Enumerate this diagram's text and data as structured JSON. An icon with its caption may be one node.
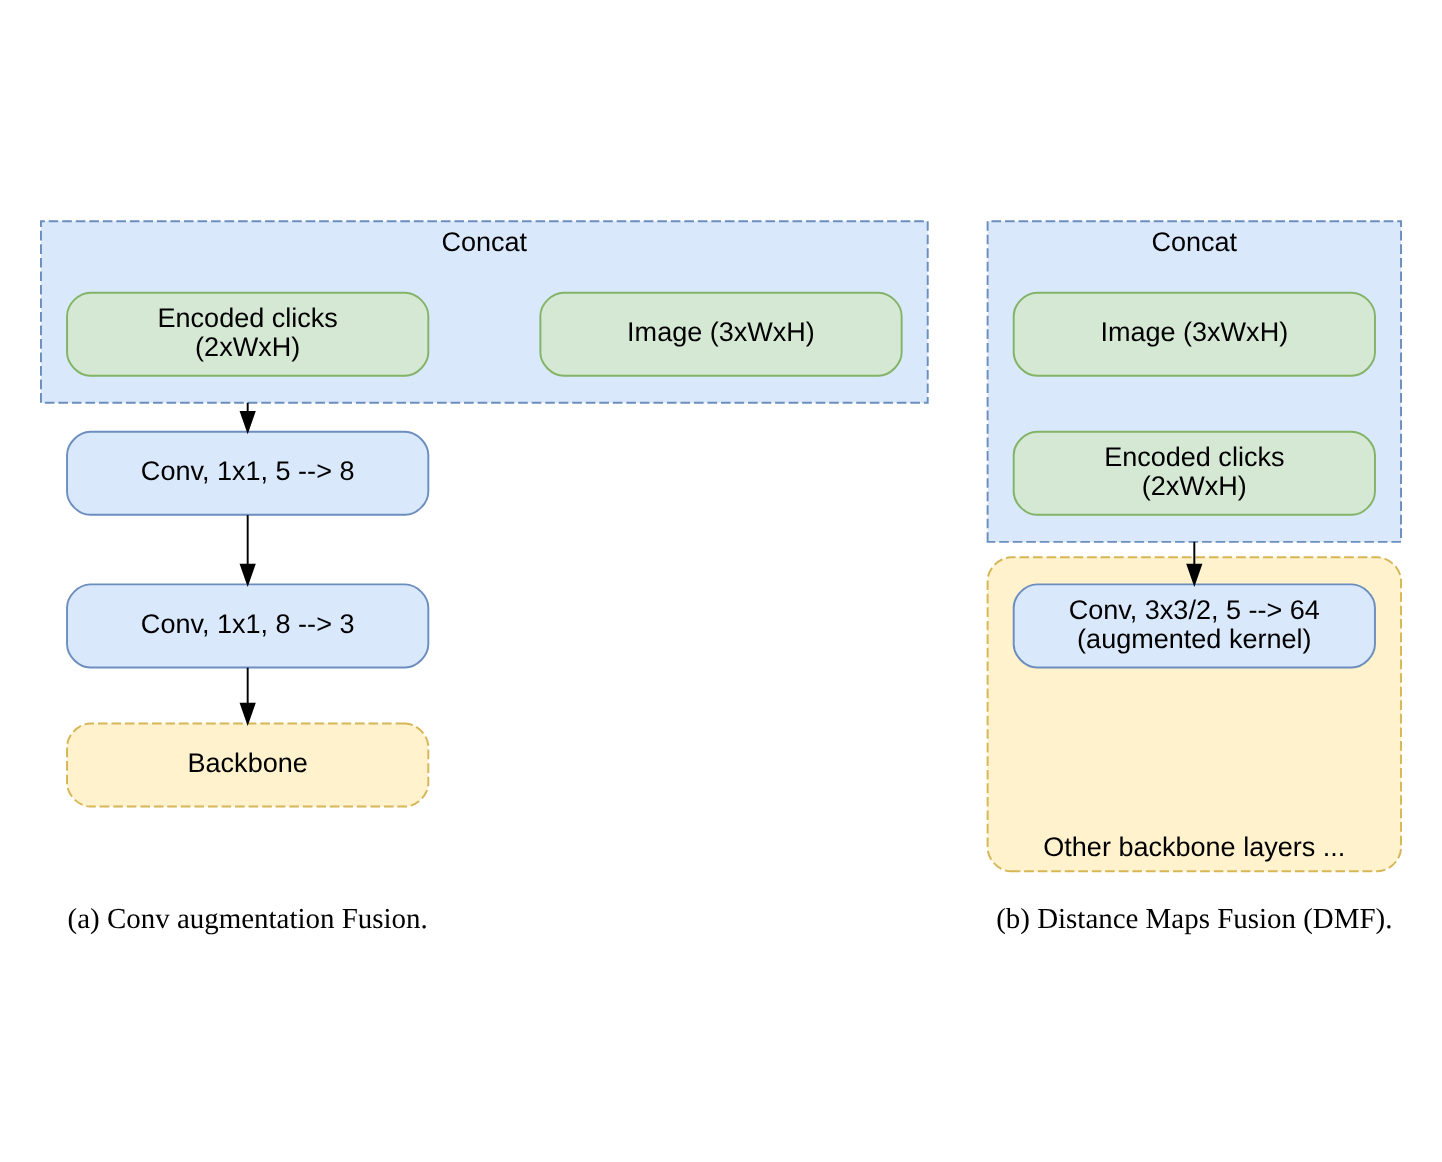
{
  "diagram": {
    "nodes": [
      {
        "text": [
          "Concat"
        ]
      },
      {
        "text": [
          "Image (3xWxH)"
        ],
        "in": 0
      },
      {
        "text": [
          "Encoded clicks (2xWxH)"
        ],
        "in": 0
      },
      {
        "text": [
          "Conv, 1x1, 5 --> 8"
        ]
      },
      {
        "text": [
          "Conv, 1x1, 8 --> 3"
        ]
      },
      {
        "text": [
          "Backbone"
        ]
      },
      {
        "text": [
          "Concat"
        ]
      },
      {
        "text": [
          "Image (3xWxH)"
        ],
        "in": 6
      },
      {
        "text": [
          "Encoded clicks (2xWxH)"
        ],
        "in": 6
      },
      {
        "text": [
          "Other backbone layers ..."
        ]
      },
      {
        "text": [
          "Conv, 3x3/2, 5 --> 64 (augmented kernel)"
        ],
        "in": 9
      }
    ],
    "edges": [
      {
        "from": 0,
        "to": 3,
        "arrow": "to"
      },
      {
        "from": 3,
        "to": 4,
        "arrow": "to"
      },
      {
        "from": 4,
        "to": 5,
        "arrow": "to"
      },
      {
        "from": 6,
        "to": 10,
        "arrow": "to"
      }
    ],
    "labels": [
      "(a) Conv augmentation Fusion.",
      "(b) Distance Maps Fusion (DMF)."
    ]
  }
}
